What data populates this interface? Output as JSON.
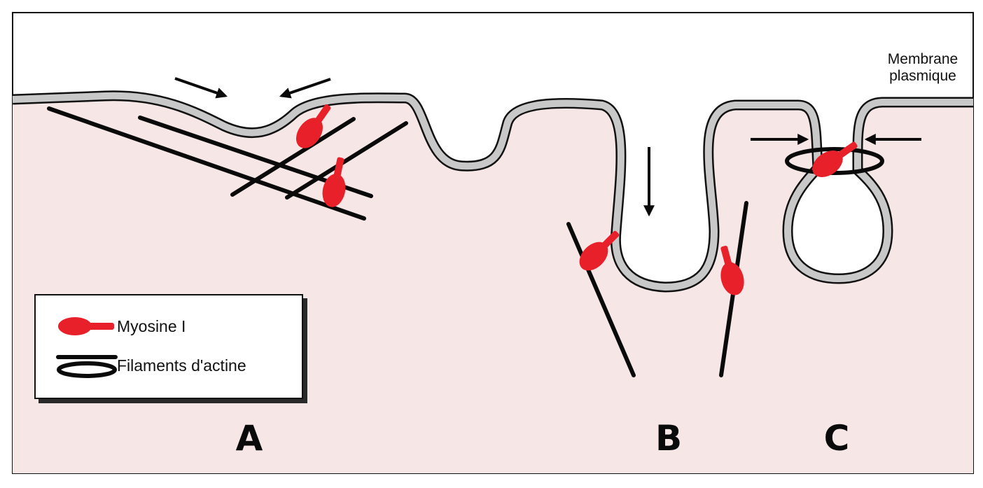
{
  "labels": {
    "membrane_line1": "Membrane",
    "membrane_line2": "plasmique"
  },
  "panels": {
    "a": "A",
    "b": "B",
    "c": "C"
  },
  "legend": {
    "myosin": "Myosine I",
    "actin": "Filaments d'actine"
  },
  "colors": {
    "cytoplasm": "#f7e6e6",
    "membrane_fill": "#c8c8c8",
    "membrane_outline": "#111111",
    "myosin": "#e8202a",
    "actin": "#0a0a0a"
  }
}
